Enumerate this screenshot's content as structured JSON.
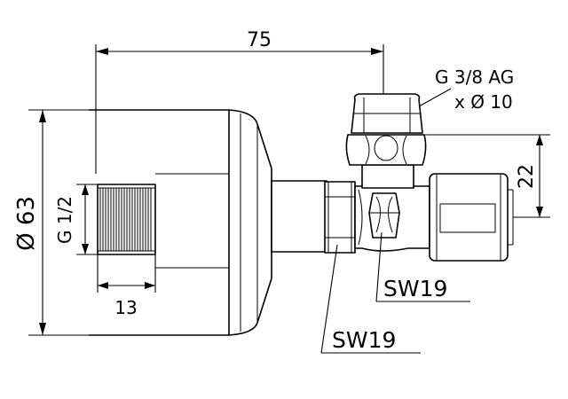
{
  "dimensions": {
    "overall_length": "75",
    "body_diameter": "Ø 63",
    "thread_inlet": "G 1/2",
    "thread_length": "13",
    "outlet_thread": "G 3/8 AG",
    "outlet_pipe": "x Ø 10",
    "outlet_offset": "22",
    "wrench_size_valve": "SW19",
    "wrench_size_inlet": "SW19"
  }
}
